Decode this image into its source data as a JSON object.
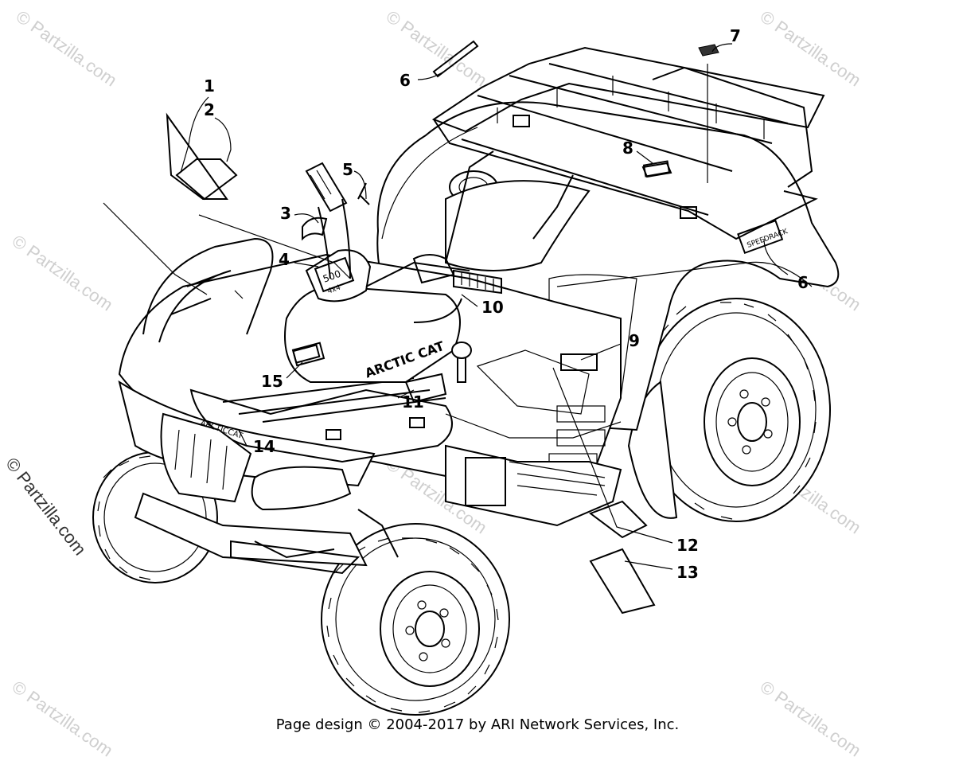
{
  "watermark": {
    "text": "© Partzilla.com"
  },
  "callouts": [
    "1",
    "2",
    "3",
    "4",
    "5",
    "6",
    "6",
    "7",
    "8",
    "9",
    "10",
    "11",
    "12",
    "13",
    "14",
    "15"
  ],
  "vehicle_text": {
    "brand_fender": "ARCTIC CAT",
    "brand_grille": "ARCTICCAT",
    "console_badge": "500",
    "console_sub": "4x4",
    "rack_badge": "SPEEDRACK"
  },
  "footer": {
    "text": "Page design © 2004-2017 by ARI Network Services, Inc."
  }
}
